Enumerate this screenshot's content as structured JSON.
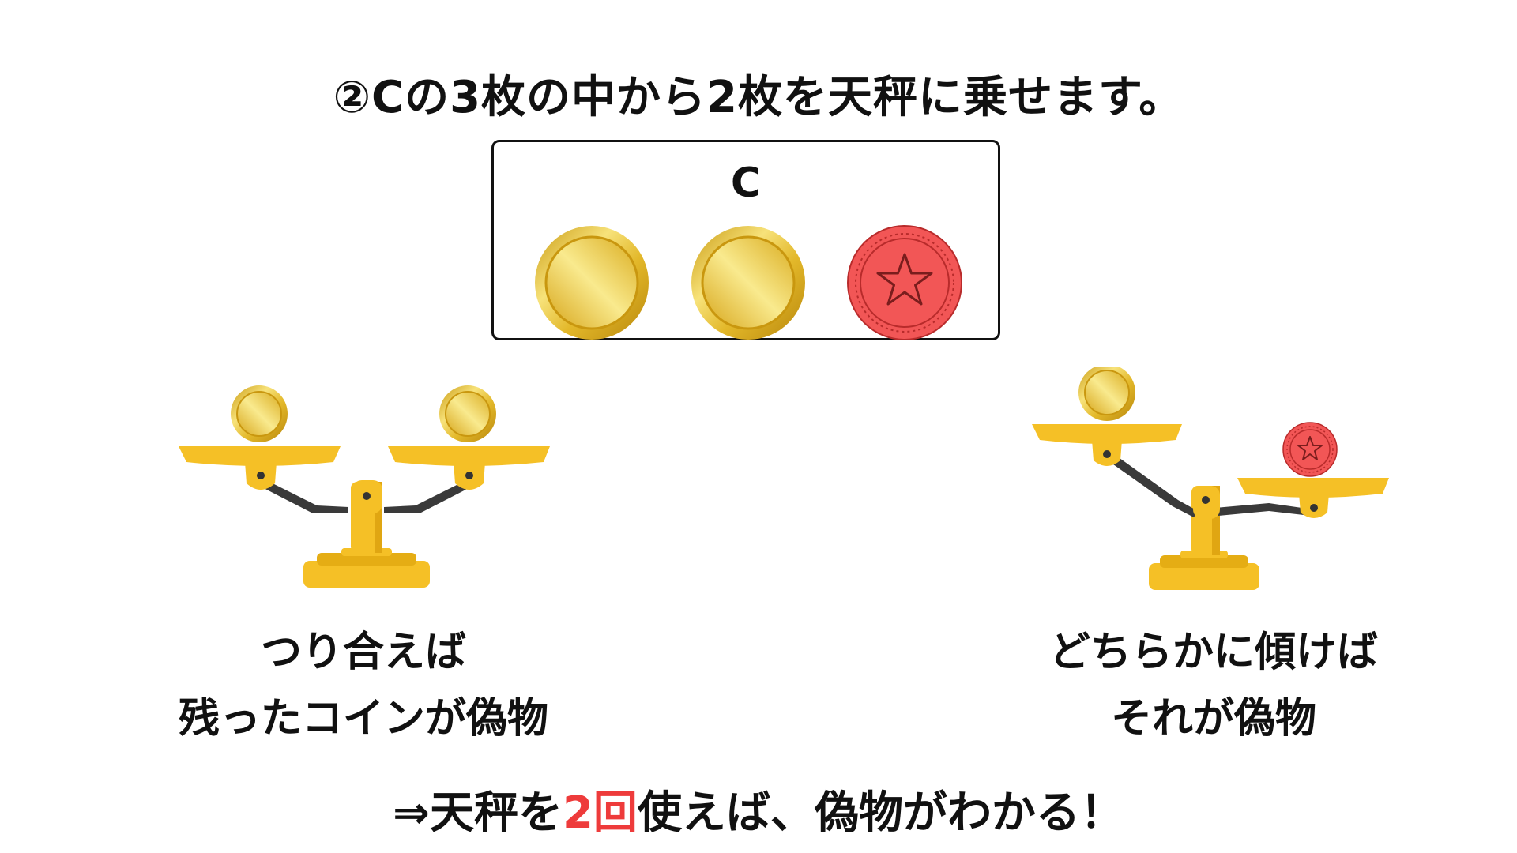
{
  "title": "②Cの3枚の中から2枚を天秤に乗せます。",
  "box": {
    "label": "C"
  },
  "coins": [
    {
      "kind": "gold",
      "icon": "gold-coin-icon"
    },
    {
      "kind": "gold",
      "icon": "gold-coin-icon"
    },
    {
      "kind": "fake",
      "icon": "red-star-coin-icon"
    }
  ],
  "left_case": {
    "state": "balanced",
    "caption_lines": [
      "つり合えば",
      "残ったコインが偽物"
    ]
  },
  "right_case": {
    "state": "tilted",
    "caption_lines": [
      "どちらかに傾けば",
      "それが偽物"
    ]
  },
  "conclusion": {
    "prefix": "⇒天秤を",
    "highlight": "2回",
    "suffix": "使えば、偽物がわかる！"
  },
  "colors": {
    "gold": "#e8c22c",
    "gold_light": "#fbe98a",
    "red_coin": "#f25656",
    "scale_yellow": "#f5c026",
    "scale_arm": "#3a3a3a",
    "accent": "#ee3b3b"
  }
}
